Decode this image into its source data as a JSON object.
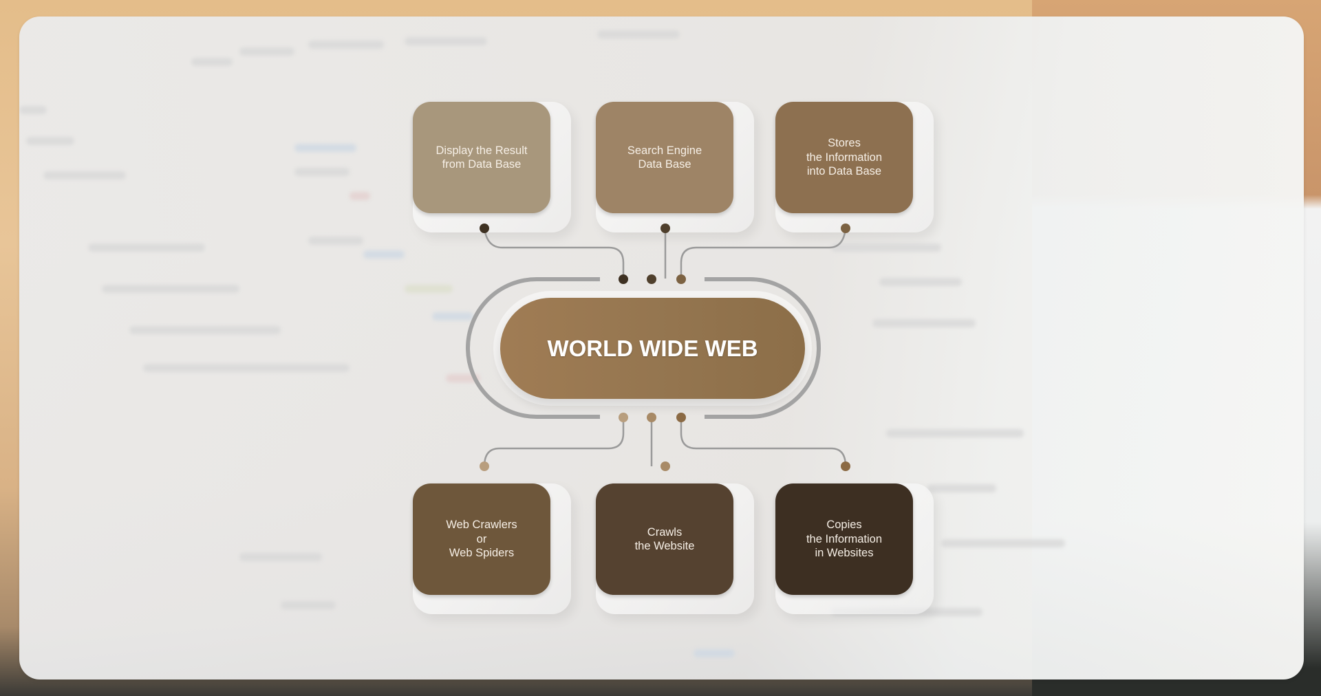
{
  "diagram": {
    "title": "WORLD WIDE WEB",
    "top_boxes": [
      {
        "label": "Display the Result\nfrom Data Base",
        "color": "#a8977c"
      },
      {
        "label": "Search Engine\nData Base",
        "color": "#9e8466"
      },
      {
        "label": "Stores\nthe Information\ninto Data Base",
        "color": "#8d7050"
      }
    ],
    "bottom_boxes": [
      {
        "label": "Web Crawlers\nor\nWeb Spiders",
        "color": "#6e573b"
      },
      {
        "label": "Crawls\nthe Website",
        "color": "#554230"
      },
      {
        "label": "Copies\nthe Information\nin Websites",
        "color": "#3d2f22"
      }
    ],
    "colors": {
      "hub": "#957650",
      "connector_line": "#9a9a9a",
      "loop_line": "#a3a3a3",
      "top_dots": [
        "#3e3122",
        "#4f3f2c",
        "#7c6242"
      ],
      "bottom_dots": [
        "#b89e7e",
        "#a88a66",
        "#8b6a44"
      ],
      "page_background": "#e6c08f"
    }
  }
}
